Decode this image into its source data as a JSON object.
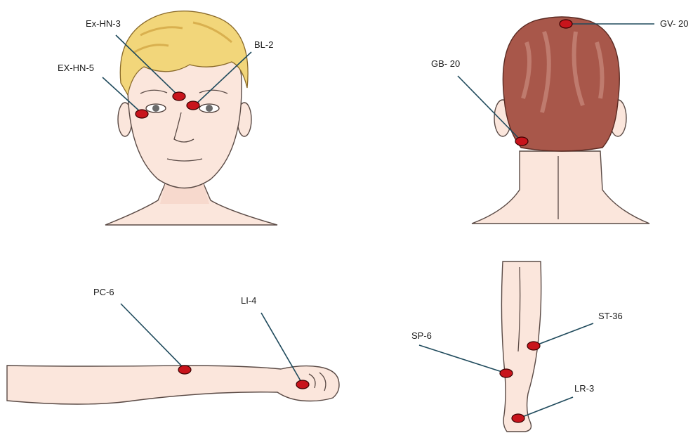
{
  "figures": {
    "face": "front-face-illustration",
    "head_back": "back-of-head-illustration",
    "arm": "forearm-hand-illustration",
    "leg": "lower-leg-foot-illustration"
  },
  "points": {
    "ex_hn_3": "Ex-HN-3",
    "bl_2": "BL-2",
    "ex_hn_5": "EX-HN-5",
    "gv_20": "GV- 20",
    "gb_20": "GB- 20",
    "pc_6": "PC-6",
    "li_4": "LI-4",
    "st_36": "ST-36",
    "sp_6": "SP-6",
    "lr_3": "LR-3"
  },
  "colors": {
    "marker": "#c8141c",
    "leader": "#1f4a5c",
    "hair_blond": "#f2d67a",
    "hair_brown": "#a8574a",
    "skin": "#fbe6dc"
  }
}
